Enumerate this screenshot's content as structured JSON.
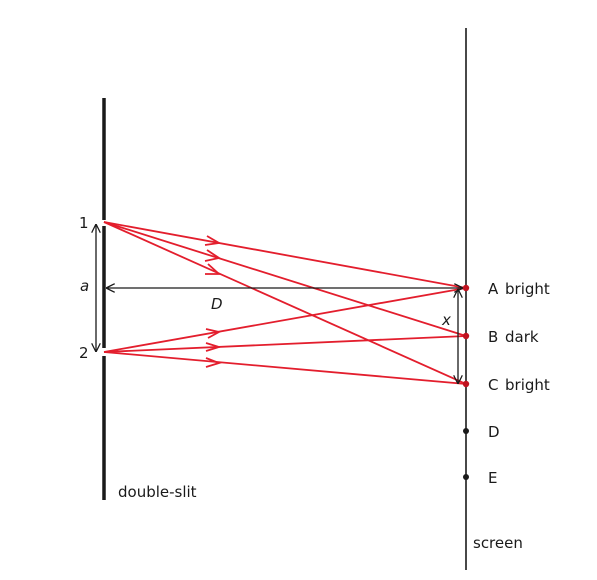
{
  "labels": {
    "slit1": "1",
    "slit2": "2",
    "separation": "a",
    "distance": "D",
    "offset": "x",
    "slit_caption": "double-slit",
    "screen_caption": "screen"
  },
  "points": [
    {
      "letter": "A",
      "desc": "bright"
    },
    {
      "letter": "B",
      "desc": "dark"
    },
    {
      "letter": "C",
      "desc": "bright"
    },
    {
      "letter": "D",
      "desc": ""
    },
    {
      "letter": "E",
      "desc": ""
    }
  ],
  "colors": {
    "ray": "#e31e2d",
    "line": "#1a1a1a"
  }
}
